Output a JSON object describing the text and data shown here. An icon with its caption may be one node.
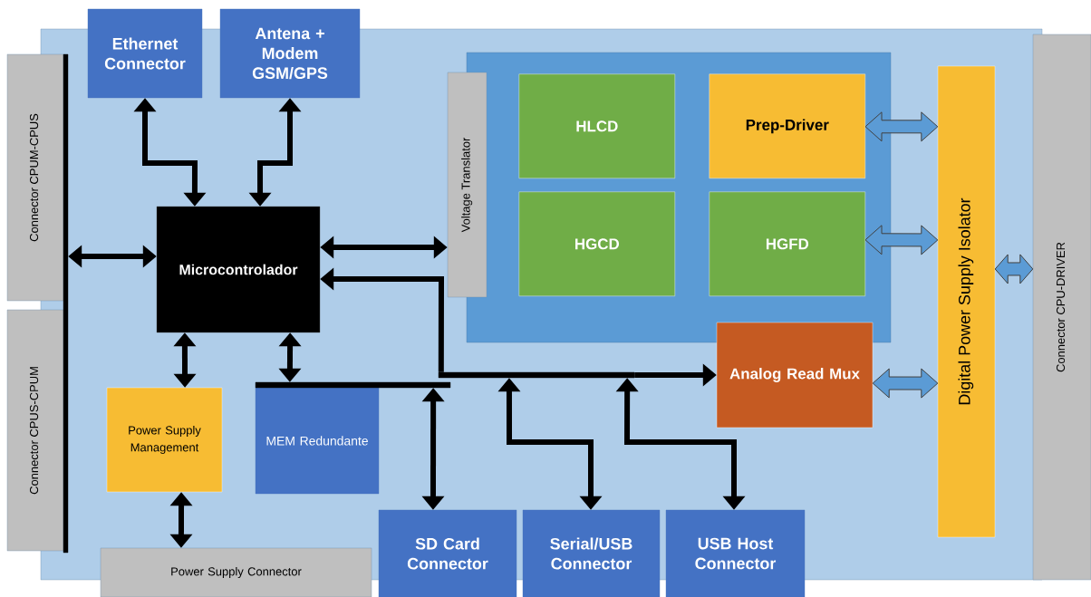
{
  "diagram": {
    "nodes": [
      {
        "text": [
          "Connector CPUM-CPUS"
        ]
      },
      {
        "text": [
          "Ethernet Connector"
        ]
      },
      {
        "text": [
          "Antena + Modem GSM/GPS"
        ]
      },
      {
        "text": [
          "Connector CPUS-CPUM"
        ]
      },
      {
        "text": [
          "Microcontrolador"
        ]
      },
      {
        "text": [
          "Voltage Translator"
        ]
      },
      {
        "text": [],
        "shape": "box"
      },
      {
        "text": [
          "HLCD"
        ],
        "in": 6
      },
      {
        "text": [
          "Prep-Driver"
        ],
        "in": 6
      },
      {
        "text": [
          "HGCD"
        ],
        "in": 6
      },
      {
        "text": [
          "HGFD"
        ],
        "in": 6
      },
      {
        "text": [
          "Analog Read Mux"
        ]
      },
      {
        "text": [
          "Digital Power Supply Isolator"
        ]
      },
      {
        "text": [
          "Connector CPU-DRIVER"
        ]
      },
      {
        "text": [
          "Power Supply Management"
        ]
      },
      {
        "text": [
          "MEM Redundante"
        ]
      },
      {
        "text": [
          "Power Supply Connector"
        ]
      },
      {
        "text": [
          "SD Card Connector"
        ]
      },
      {
        "text": [
          "Serial/USB Connector"
        ]
      },
      {
        "text": [
          "USB Host Connector"
        ]
      },
      {
        "text": [],
        "shape": "bar"
      },
      {
        "text": [],
        "shape": "bar"
      },
      {
        "text": [],
        "shape": "bar"
      }
    ],
    "edges": [
      {
        "from": 1,
        "to": 4,
        "arrow": "both"
      },
      {
        "from": 2,
        "to": 4,
        "arrow": "both"
      },
      {
        "from": 4,
        "to": 22,
        "arrow": "both"
      },
      {
        "from": 4,
        "to": 5,
        "arrow": "both"
      },
      {
        "from": 20,
        "to": 4,
        "arrow": "to"
      },
      {
        "from": 20,
        "to": 18,
        "arrow": "both"
      },
      {
        "from": 20,
        "to": 19,
        "arrow": "both"
      },
      {
        "from": 4,
        "to": 21,
        "arrow": "both"
      },
      {
        "from": 21,
        "to": 17,
        "arrow": "both"
      },
      {
        "from": 4,
        "to": 14,
        "arrow": "both"
      },
      {
        "from": 14,
        "to": 16,
        "arrow": "both"
      },
      {
        "from": 8,
        "to": 12,
        "arrow": "both",
        "color": "#5b9bd5"
      },
      {
        "from": 10,
        "to": 12,
        "arrow": "both",
        "color": "#5b9bd5"
      },
      {
        "from": 11,
        "to": 12,
        "arrow": "both",
        "color": "#5b9bd5"
      },
      {
        "from": 12,
        "to": 13,
        "arrow": "both",
        "color": "#5b9bd5"
      },
      {
        "from": 20,
        "to": 11,
        "arrow": "to"
      }
    ]
  }
}
